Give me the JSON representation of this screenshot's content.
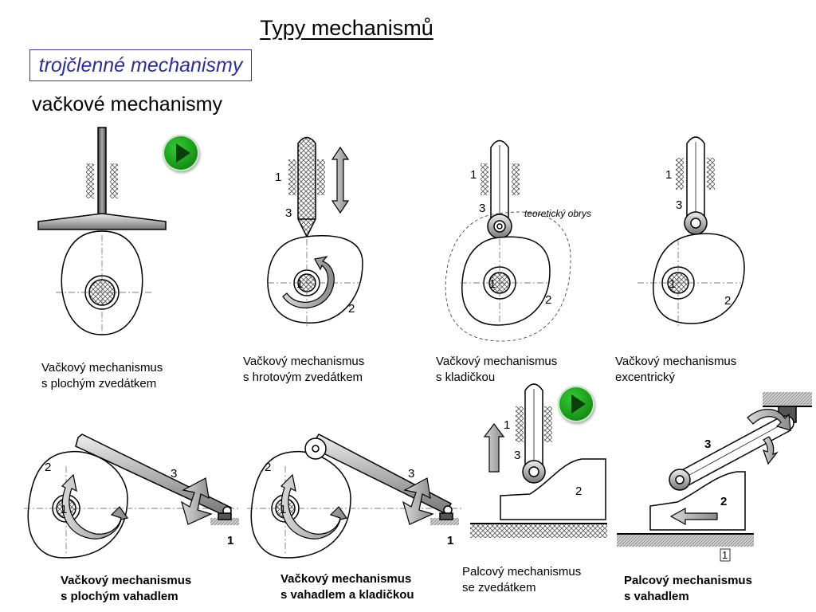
{
  "header": {
    "title": "Typy mechanismů",
    "category": "trojčlenné mechanismy",
    "section": "vačkové mechanismy"
  },
  "labels": {
    "one": "1",
    "two": "2",
    "three": "3",
    "theoretical_outline": "teoretický obrys"
  },
  "captions": {
    "flat_follower": [
      "Vačkový mechanismus",
      "s plochým zvedátkem"
    ],
    "pointed_follower": [
      "Vačkový mechanismus",
      "s hrotovým zvedátkem"
    ],
    "roller_follower": [
      "Vačkový mechanismus",
      "s kladičkou"
    ],
    "eccentric": [
      "Vačkový mechanismus",
      "excentrický"
    ],
    "flat_rocker": [
      "Vačkový mechanismus",
      "s plochým vahadlem"
    ],
    "roller_rocker": [
      "Vačkový mechanismus",
      "s vahadlem a kladičkou"
    ],
    "wedge_follower": [
      "Palcový mechanismus",
      "se zvedátkem"
    ],
    "wedge_rocker": [
      "Palcový mechanismus",
      "s vahadlem"
    ]
  },
  "controls": {
    "play_icon": "play-icon",
    "accent": "#1b9a1b"
  }
}
